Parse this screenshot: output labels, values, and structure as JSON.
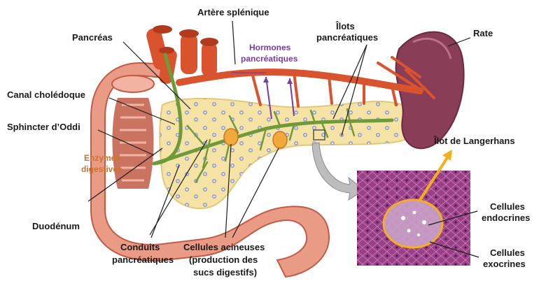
{
  "labels": {
    "artere_splenique": "Artère splénique",
    "pancreas": "Pancréas",
    "hormones_line1": "Hormones",
    "hormones_line2": "pancréatiques",
    "ilots_line1": "Îlots",
    "ilots_line2": "pancréatiques",
    "rate": "Rate",
    "canal_choledoque": "Canal cholédoque",
    "sphincter_oddi": "Sphincter d’Oddi",
    "enzymes_line1": "Enzymes",
    "enzymes_line2": "digestives",
    "ilot_langerhans": "Îlot de Langerhans",
    "duodenum": "Duodénum",
    "conduits_line1": "Conduits",
    "conduits_line2": "pancréatiques",
    "acineuses_line1": "Cellules acineuses",
    "acineuses_line2": "(production des",
    "acineuses_line3": "sucs digestifs)",
    "endocrines_line1": "Cellules",
    "endocrines_line2": "endocrines",
    "exocrines_line1": "Cellules",
    "exocrines_line2": "exocrines"
  },
  "colors": {
    "artery": "#d9532e",
    "artery_dark": "#b23a1c",
    "pancreas": "#f5e3a6",
    "duct": "#6e9a3a",
    "spleen": "#8a3d57",
    "duodenum": "#e99b86",
    "duodenum_dark": "#c25a45",
    "histology": "#9b3f86",
    "islet_ring": "#f2b01e",
    "purple_text": "#7a3aa8",
    "orange_text": "#c8742c"
  }
}
